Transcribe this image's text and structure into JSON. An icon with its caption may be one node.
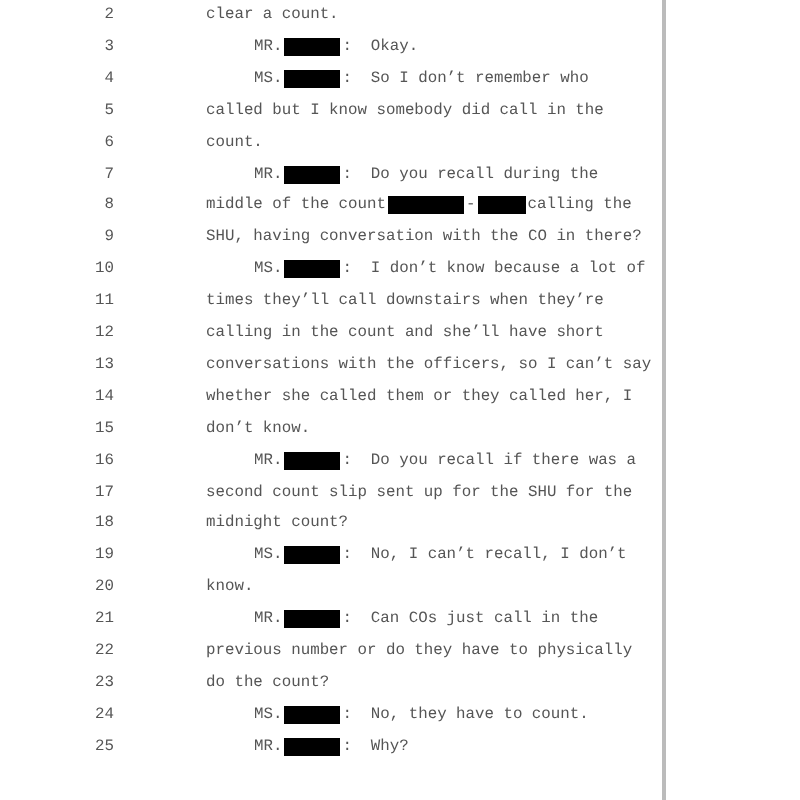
{
  "diagram": {
    "labels": [
      "2",
      "clear a count.",
      "3",
      "MR.",
      ":  Okay.",
      "4",
      "MS.",
      ":  So I don’t remember who",
      "5",
      "called but I know somebody did call in the",
      "6",
      "count.",
      "7",
      "MR.",
      ":  Do you recall during the",
      "8",
      "middle of the count",
      "-",
      "calling the",
      "9",
      "SHU, having conversation with the CO in there?",
      "10",
      "MS.",
      ":  I don’t know because a lot of",
      "11",
      "times they’ll call downstairs when they’re",
      "12",
      "calling in the count and she’ll have short",
      "13",
      "conversations with the officers, so I can’t say",
      "14",
      "whether she called them or they called her, I",
      "15",
      "don’t know.",
      "16",
      "MR.",
      ":  Do you recall if there was a",
      "17",
      "second count slip sent up for the SHU for the",
      "18",
      "midnight count?",
      "19",
      "MS.",
      ":  No, I can’t recall, I don’t",
      "20",
      "know.",
      "21",
      "MR.",
      ":  Can COs just call in the",
      "22",
      "previous number or do they have to physically",
      "23",
      "do the count?",
      "24",
      "MS.",
      ":  No, they have to count.",
      "25",
      "MR.",
      ":  Why?"
    ]
  }
}
